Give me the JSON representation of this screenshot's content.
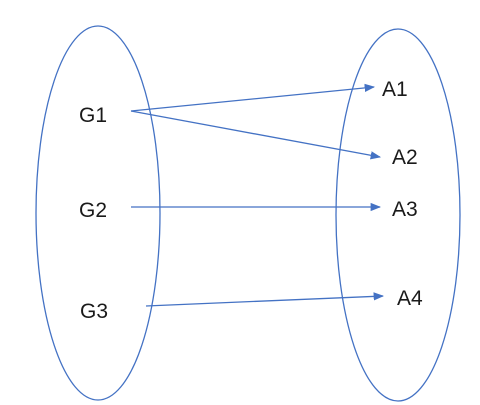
{
  "diagram": {
    "left_set": {
      "elements": [
        {
          "id": "G1",
          "label": "G1"
        },
        {
          "id": "G2",
          "label": "G2"
        },
        {
          "id": "G3",
          "label": "G3"
        }
      ]
    },
    "right_set": {
      "elements": [
        {
          "id": "A1",
          "label": "A1"
        },
        {
          "id": "A2",
          "label": "A2"
        },
        {
          "id": "A3",
          "label": "A3"
        },
        {
          "id": "A4",
          "label": "A4"
        }
      ]
    },
    "mappings": [
      {
        "from": "G1",
        "to": "A1"
      },
      {
        "from": "G1",
        "to": "A2"
      },
      {
        "from": "G2",
        "to": "A3"
      },
      {
        "from": "G3",
        "to": "A4"
      }
    ],
    "line_color": "#4472c4",
    "text_color": "#1a1a1a"
  }
}
